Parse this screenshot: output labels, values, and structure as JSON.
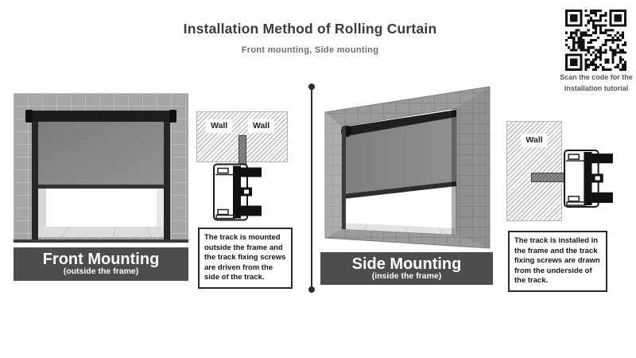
{
  "header": {
    "title": "Installation Method of Rolling Curtain",
    "subtitle": "Front mounting, Side mounting"
  },
  "qr": {
    "caption_line1": "Scan the code for the",
    "caption_line2": "installation tutorial"
  },
  "front_mounting": {
    "banner_title": "Front Mounting",
    "banner_subtitle": "(outside the frame)",
    "wall_labels": [
      "Wall",
      "Wall"
    ],
    "description": "The track is mounted outside the frame and the track fixing screws are driven from the side of the track."
  },
  "side_mounting": {
    "banner_title": "Side Mounting",
    "banner_subtitle": "(inside the frame)",
    "wall_label": "Wall",
    "description": "The track is installed in the frame and the track fixing screws are drawn from the underside of the track."
  },
  "colors": {
    "banner_background": "#4d4d4d",
    "banner_text": "#ffffff",
    "title_text": "#3b3b3b",
    "subtitle_text": "#6d6d6d",
    "divider": "#2f2f2f",
    "description_border": "#2a2a2a"
  }
}
